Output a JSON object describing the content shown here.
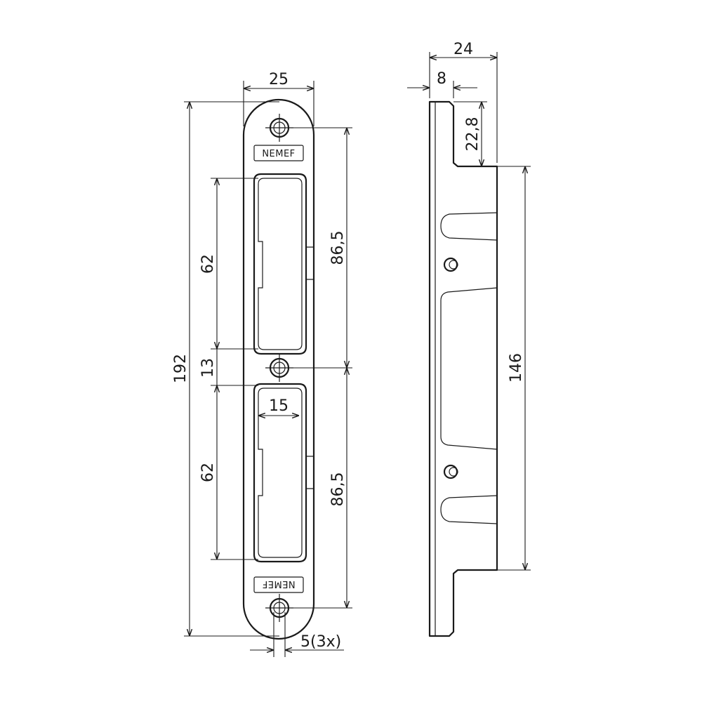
{
  "drawing": {
    "brand_label": "NEMEF",
    "dimensions": {
      "plate_width": "25",
      "overall_length": "192",
      "cutout_length_upper": "62",
      "cutout_length_lower": "62",
      "cutout_gap": "13",
      "cutout_width": "15",
      "hole_pitch_upper": "86,5",
      "hole_pitch_lower": "86,5",
      "hole_size": "5(3x)",
      "profile_width": "24",
      "profile_flange": "8",
      "profile_top_offset": "22,8",
      "profile_body_length": "146"
    }
  }
}
